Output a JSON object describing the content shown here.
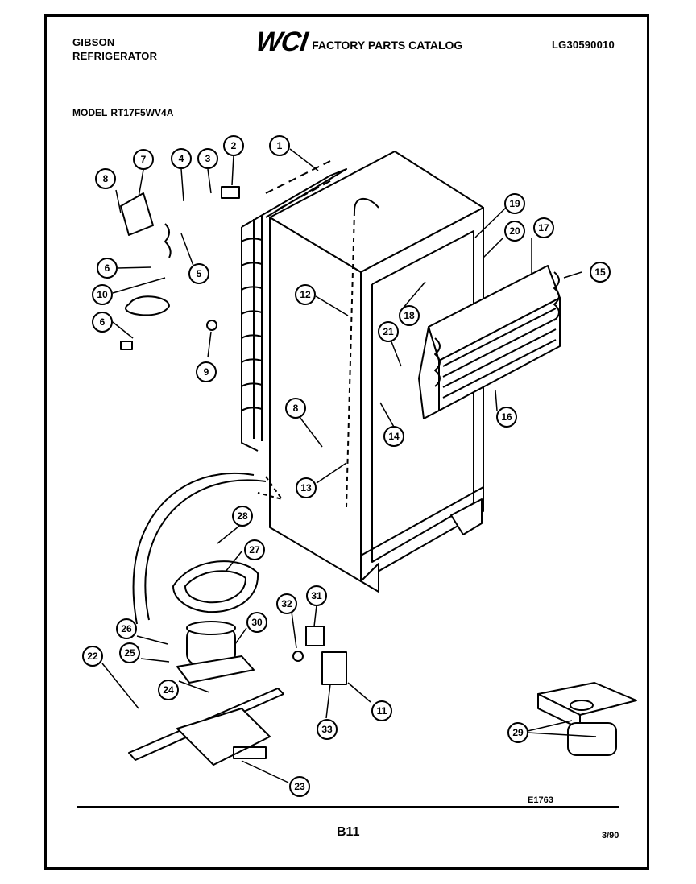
{
  "header": {
    "brand": "GIBSON",
    "product": "REFRIGERATOR",
    "logo": "WCI",
    "catalog_title": "FACTORY PARTS CATALOG",
    "catalog_number": "LG30590010"
  },
  "model": {
    "label": "MODEL",
    "value": "RT17F5WV4A"
  },
  "callouts": [
    "1",
    "2",
    "3",
    "4",
    "5",
    "6",
    "6",
    "7",
    "8",
    "8",
    "9",
    "10",
    "11",
    "12",
    "13",
    "14",
    "15",
    "16",
    "17",
    "18",
    "19",
    "20",
    "21",
    "22",
    "23",
    "24",
    "25",
    "26",
    "27",
    "28",
    "29",
    "30",
    "31",
    "32",
    "33"
  ],
  "footer": {
    "drawing_number": "E1763",
    "page": "B11",
    "date": "3/90"
  }
}
